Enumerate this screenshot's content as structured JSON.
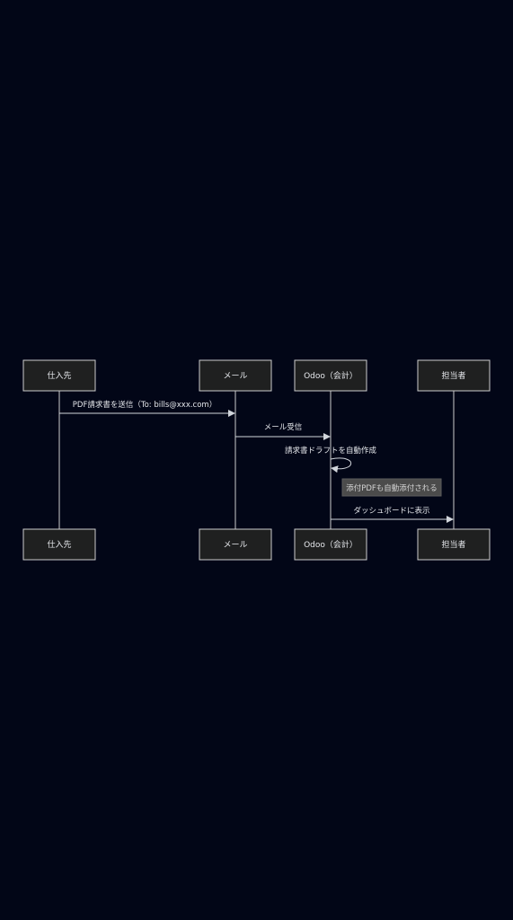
{
  "participants": [
    {
      "id": "supplier",
      "label": "仕入先"
    },
    {
      "id": "mail",
      "label": "メール"
    },
    {
      "id": "odoo",
      "label": "Odoo（会計）"
    },
    {
      "id": "staff",
      "label": "担当者"
    }
  ],
  "messages": [
    {
      "from": "supplier",
      "to": "mail",
      "label": "PDF請求書を送信（To: bills@xxx.com）"
    },
    {
      "from": "mail",
      "to": "odoo",
      "label": "メール受信"
    },
    {
      "from": "odoo",
      "to": "odoo",
      "label": "請求書ドラフトを自動作成"
    },
    {
      "from": "odoo",
      "to": "staff",
      "label": "ダッシュボードに表示"
    }
  ],
  "notes": [
    {
      "over": "odoo",
      "label": "添付PDFも自動添付される"
    }
  ],
  "colors": {
    "background": "#020617",
    "actor_fill": "#1f2020",
    "actor_stroke": "#cccccc",
    "line": "#d1d5db",
    "note_fill": "#4b4b4b",
    "text": "#e5e7eb"
  }
}
